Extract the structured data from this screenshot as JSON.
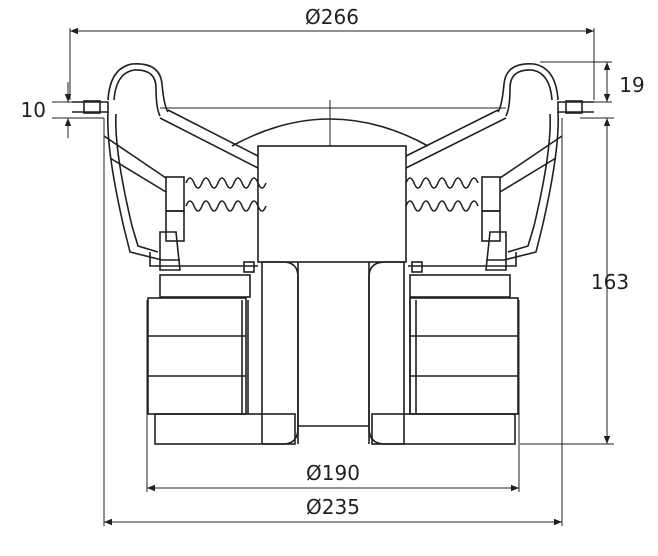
{
  "dimensions": {
    "outer_diameter": "Ø266",
    "flange_thickness": "10",
    "rim_height": "19",
    "mounting_depth": "163",
    "magnet_diameter": "Ø190",
    "cutout_diameter": "Ø235"
  }
}
